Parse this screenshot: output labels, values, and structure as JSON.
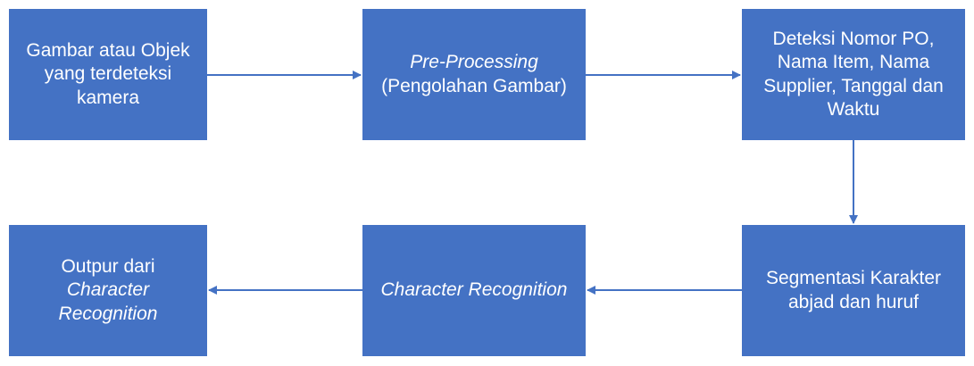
{
  "diagram": {
    "colors": {
      "box_fill": "#4472c4",
      "box_text": "#ffffff",
      "arrow": "#4472c4"
    },
    "boxes": [
      {
        "id": "input-image",
        "lines": [
          "Gambar atau Objek",
          "yang terdeteksi",
          "kamera"
        ]
      },
      {
        "id": "pre-processing",
        "line1_italic": "Pre-Processing",
        "line2": "(Pengolahan Gambar)"
      },
      {
        "id": "detection",
        "lines": [
          "Deteksi Nomor PO,",
          "Nama Item, Nama",
          "Supplier, Tanggal dan",
          "Waktu"
        ]
      },
      {
        "id": "segmentation",
        "lines": [
          "Segmentasi Karakter",
          "abjad dan huruf"
        ]
      },
      {
        "id": "character-recognition",
        "line1_italic": "Character Recognition"
      },
      {
        "id": "output",
        "line1": "Outpur dari",
        "line2_italic": "Character",
        "line3_italic": "Recognition"
      }
    ],
    "connections": [
      {
        "from": "input-image",
        "to": "pre-processing"
      },
      {
        "from": "pre-processing",
        "to": "detection"
      },
      {
        "from": "detection",
        "to": "segmentation"
      },
      {
        "from": "segmentation",
        "to": "character-recognition"
      },
      {
        "from": "character-recognition",
        "to": "output"
      }
    ]
  }
}
